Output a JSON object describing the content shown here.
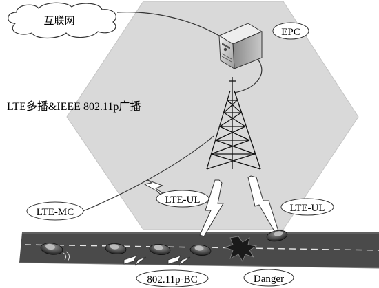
{
  "diagram": {
    "internet_label": "互联网",
    "epc_label": "EPC",
    "broadcast_label": "LTE多播&IEEE 802.11p广播",
    "lte_mc_label": "LTE-MC",
    "lte_ul_label_left": "LTE-UL",
    "lte_ul_label_right": "LTE-UL",
    "v2v_label": "802.11p-BC",
    "danger_label": "Danger"
  },
  "colors": {
    "hexagon_fill": "#d9d9d9",
    "road_fill": "#4a4a4a",
    "lane_marking": "#e6e6e6",
    "car_body": "#2e2e2e"
  }
}
